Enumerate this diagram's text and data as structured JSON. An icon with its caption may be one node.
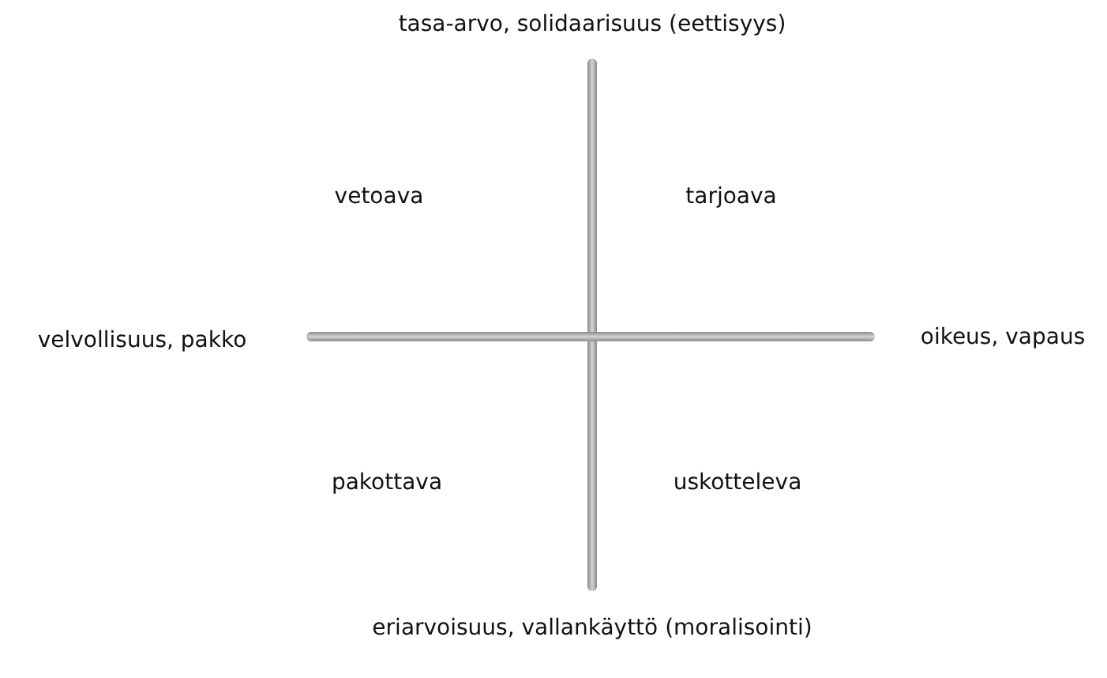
{
  "diagram": {
    "labels": [
      "tasa-arvo, solidaarisuus (eettisyys)",
      "vetoava",
      "tarjoava",
      "velvollisuus, pakko",
      "oikeus, vapaus",
      "pakottava",
      "uskotteleva",
      "eriarvoisuus, vallankäyttö (moralisointi)"
    ]
  }
}
